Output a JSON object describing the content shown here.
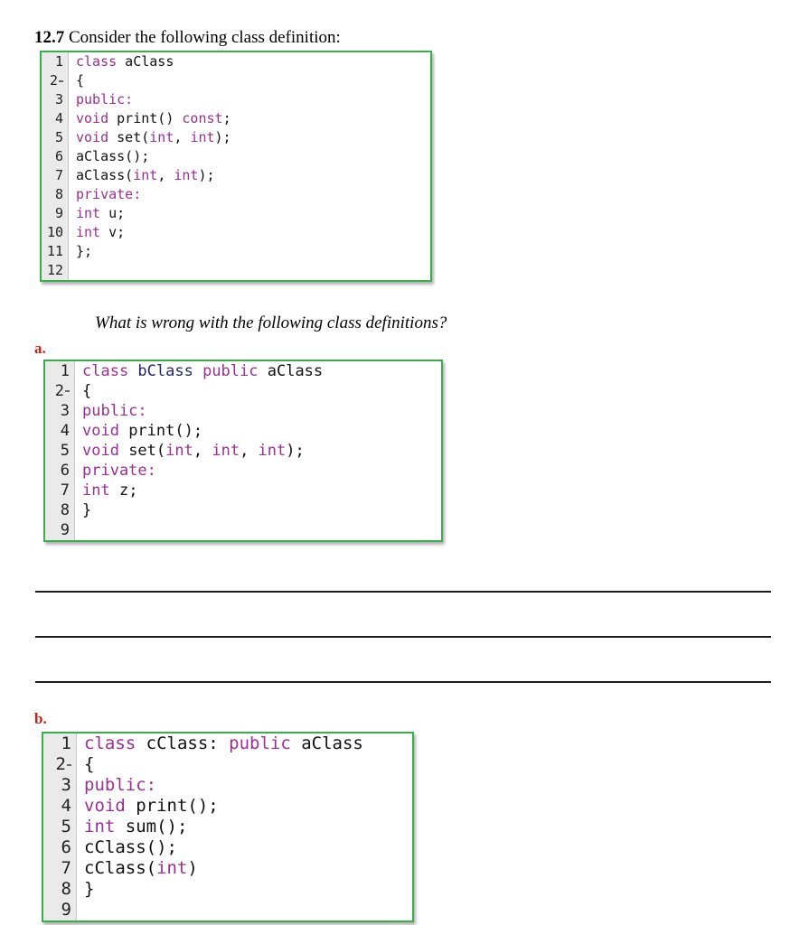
{
  "document": {
    "exercise_number": "12.7",
    "exercise_title": "Consider the following class definition:",
    "question": "What is wrong with the following class definitions?",
    "part_a_label": "a.",
    "part_b_label": "b."
  },
  "colors": {
    "block_border_green": "#3bad4d",
    "keyword_purple": "#9b2f92",
    "classname_navy": "#1e2a63",
    "label_red": "#c02419"
  },
  "answer_lines": {
    "count": 3
  },
  "code_blocks": {
    "aClass": {
      "lines": [
        {
          "n": "1",
          "fold": false,
          "tokens": [
            [
              "kw",
              "class"
            ],
            [
              "pl",
              " aClass"
            ]
          ]
        },
        {
          "n": "2",
          "fold": true,
          "tokens": [
            [
              "pl",
              "{"
            ]
          ]
        },
        {
          "n": "3",
          "fold": false,
          "tokens": [
            [
              "kw",
              "public:"
            ]
          ]
        },
        {
          "n": "4",
          "fold": false,
          "tokens": [
            [
              "kw",
              "void"
            ],
            [
              "pl",
              " print() "
            ],
            [
              "kw",
              "const"
            ],
            [
              "pl",
              ";"
            ]
          ]
        },
        {
          "n": "5",
          "fold": false,
          "tokens": [
            [
              "kw",
              "void"
            ],
            [
              "pl",
              " set("
            ],
            [
              "kw",
              "int"
            ],
            [
              "pl",
              ", "
            ],
            [
              "kw",
              "int"
            ],
            [
              "pl",
              ");"
            ]
          ]
        },
        {
          "n": "6",
          "fold": false,
          "tokens": [
            [
              "pl",
              "aClass();"
            ]
          ]
        },
        {
          "n": "7",
          "fold": false,
          "tokens": [
            [
              "pl",
              "aClass("
            ],
            [
              "kw",
              "int"
            ],
            [
              "pl",
              ", "
            ],
            [
              "kw",
              "int"
            ],
            [
              "pl",
              ");"
            ]
          ]
        },
        {
          "n": "8",
          "fold": false,
          "tokens": [
            [
              "kw",
              "private:"
            ]
          ]
        },
        {
          "n": "9",
          "fold": false,
          "tokens": [
            [
              "kw",
              "int"
            ],
            [
              "pl",
              " u;"
            ]
          ]
        },
        {
          "n": "10",
          "fold": false,
          "tokens": [
            [
              "kw",
              "int"
            ],
            [
              "pl",
              " v;"
            ]
          ]
        },
        {
          "n": "11",
          "fold": false,
          "tokens": [
            [
              "pl",
              "};"
            ]
          ]
        },
        {
          "n": "12",
          "fold": false,
          "tokens": []
        }
      ]
    },
    "bClass": {
      "lines": [
        {
          "n": "1",
          "fold": false,
          "tokens": [
            [
              "kw",
              "class"
            ],
            [
              "cls",
              " bClass "
            ],
            [
              "kw",
              "public"
            ],
            [
              "pl",
              " aClass"
            ]
          ]
        },
        {
          "n": "2",
          "fold": true,
          "tokens": [
            [
              "pl",
              "{"
            ]
          ]
        },
        {
          "n": "3",
          "fold": false,
          "tokens": [
            [
              "kw",
              "public:"
            ]
          ]
        },
        {
          "n": "4",
          "fold": false,
          "tokens": [
            [
              "kw",
              "void"
            ],
            [
              "pl",
              " print();"
            ]
          ]
        },
        {
          "n": "5",
          "fold": false,
          "tokens": [
            [
              "kw",
              "void"
            ],
            [
              "pl",
              " set("
            ],
            [
              "kw",
              "int"
            ],
            [
              "pl",
              ", "
            ],
            [
              "kw",
              "int"
            ],
            [
              "pl",
              ", "
            ],
            [
              "kw",
              "int"
            ],
            [
              "pl",
              ");"
            ]
          ]
        },
        {
          "n": "6",
          "fold": false,
          "tokens": [
            [
              "kw",
              "private:"
            ]
          ]
        },
        {
          "n": "7",
          "fold": false,
          "tokens": [
            [
              "kw",
              "int"
            ],
            [
              "pl",
              " z;"
            ]
          ]
        },
        {
          "n": "8",
          "fold": false,
          "tokens": [
            [
              "pl",
              "}"
            ]
          ]
        },
        {
          "n": "9",
          "fold": false,
          "tokens": []
        }
      ]
    },
    "cClass": {
      "lines": [
        {
          "n": "1",
          "fold": false,
          "tokens": [
            [
              "kw",
              "class"
            ],
            [
              "pl",
              " cClass: "
            ],
            [
              "kw",
              "public"
            ],
            [
              "pl",
              " aClass"
            ]
          ]
        },
        {
          "n": "2",
          "fold": true,
          "tokens": [
            [
              "pl",
              "{"
            ]
          ]
        },
        {
          "n": "3",
          "fold": false,
          "tokens": [
            [
              "kw",
              "public:"
            ]
          ]
        },
        {
          "n": "4",
          "fold": false,
          "tokens": [
            [
              "kw",
              "void"
            ],
            [
              "pl",
              " print();"
            ]
          ]
        },
        {
          "n": "5",
          "fold": false,
          "tokens": [
            [
              "kw",
              "int"
            ],
            [
              "pl",
              " sum();"
            ]
          ]
        },
        {
          "n": "6",
          "fold": false,
          "tokens": [
            [
              "pl",
              "cClass();"
            ]
          ]
        },
        {
          "n": "7",
          "fold": false,
          "tokens": [
            [
              "pl",
              "cClass("
            ],
            [
              "kw",
              "int"
            ],
            [
              "pl",
              ")"
            ]
          ]
        },
        {
          "n": "8",
          "fold": false,
          "tokens": [
            [
              "pl",
              "}"
            ]
          ]
        },
        {
          "n": "9",
          "fold": false,
          "tokens": []
        }
      ]
    }
  }
}
